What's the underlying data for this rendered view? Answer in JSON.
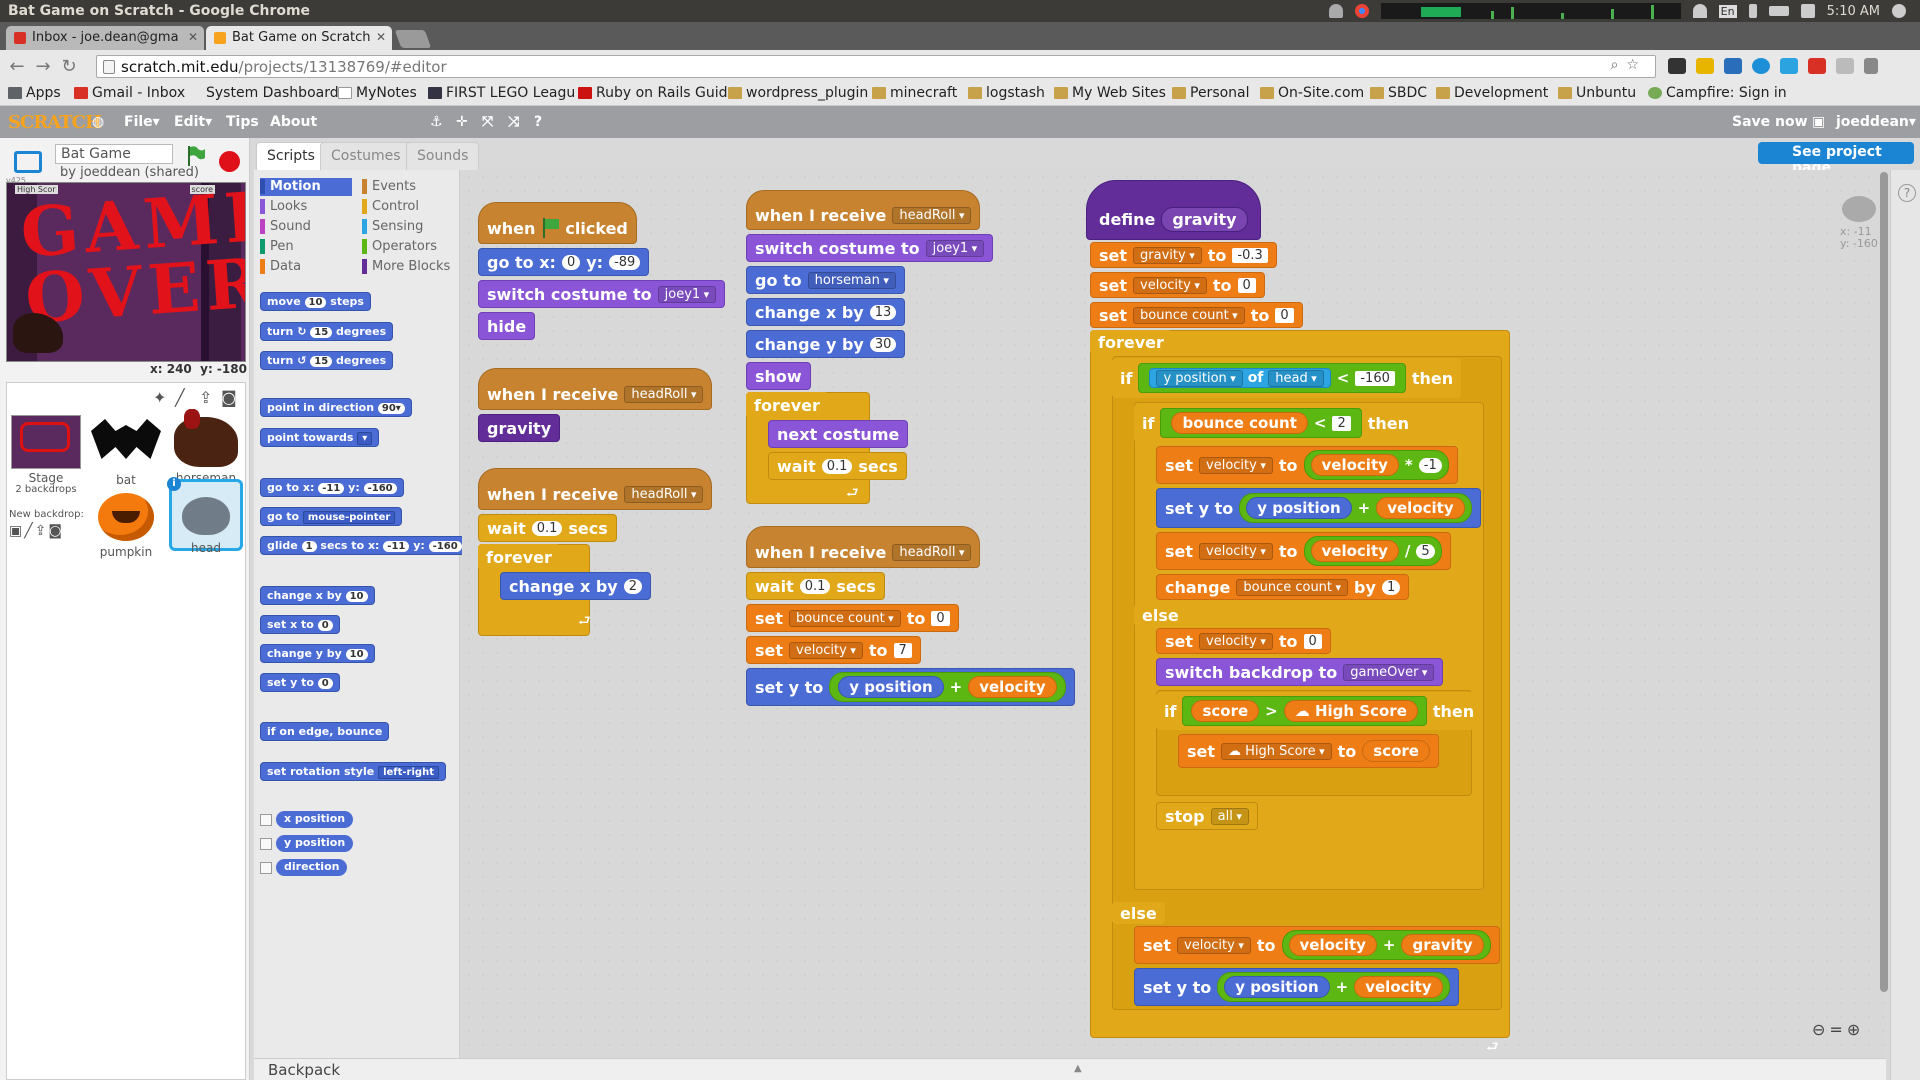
{
  "os": {
    "window_title": "Bat Game on Scratch - Google Chrome",
    "clock": "5:10 AM",
    "lang": "En"
  },
  "browser": {
    "tabs": [
      {
        "label": "Inbox - joe.dean@gma",
        "icon": "gmail-icon",
        "active": false
      },
      {
        "label": "Bat Game on Scratch",
        "icon": "scratch-icon",
        "active": true
      }
    ],
    "url_host": "scratch.mit.edu",
    "url_path": "/projects/13138769/#editor",
    "bookmarks": [
      "Apps",
      "Gmail - Inbox",
      "System Dashboard",
      "MyNotes",
      "FIRST LEGO Leagu",
      "Ruby on Rails Guid",
      "wordpress_plugin",
      "minecraft",
      "logstash",
      "My Web Sites",
      "Personal",
      "On-Site.com",
      "SBDC",
      "Development",
      "Unbuntu",
      "Campfire: Sign in"
    ]
  },
  "scratch_menu": {
    "logo": "SCRATCH",
    "file": "File▾",
    "edit": "Edit▾",
    "tips": "Tips",
    "about": "About",
    "save_now": "Save now",
    "user": "joeddean▾",
    "see_project": "See project page"
  },
  "stage": {
    "project_name": "Bat Game",
    "byline": "by joeddean (shared)",
    "version": "v425",
    "game_over_text": "GAME OVER!",
    "high_score_label": "High Scor",
    "score_label": "score",
    "x_label": "x: 240",
    "y_label": "y: -180"
  },
  "sprites": {
    "stage_label": "Stage",
    "stage_sub": "2 backdrops",
    "new_backdrop": "New backdrop:",
    "items": [
      "bat",
      "horseman",
      "pumpkin",
      "head"
    ],
    "selected": "head"
  },
  "tabs": {
    "scripts": "Scripts",
    "costumes": "Costumes",
    "sounds": "Sounds"
  },
  "palette": {
    "categories_left": [
      "Motion",
      "Looks",
      "Sound",
      "Pen",
      "Data"
    ],
    "categories_right": [
      "Events",
      "Control",
      "Sensing",
      "Operators",
      "More Blocks"
    ],
    "cat_colors": {
      "Motion": "#4a6cd4",
      "Looks": "#8a55d7",
      "Sound": "#bb42c3",
      "Pen": "#0e9a6c",
      "Data": "#ee7d16",
      "Events": "#c88330",
      "Control": "#e1a91a",
      "Sensing": "#2ca5e2",
      "Operators": "#5cb712",
      "More Blocks": "#632d99"
    },
    "blocks": {
      "move": "move",
      "move_n": "10",
      "steps": "steps",
      "turn": "turn",
      "turn_n": "15",
      "degrees": "degrees",
      "point_dir": "point in direction",
      "point_dir_v": "90▾",
      "point_towards": "point towards",
      "goto_xy": "go to x:",
      "goto_x": "-11",
      "goto_y_lbl": "y:",
      "goto_y": "-160",
      "goto": "go to",
      "goto_v": "mouse-pointer",
      "glide": "glide",
      "glide_n": "1",
      "glide_secs": "secs to x:",
      "glide_x": "-11",
      "glide_y_lbl": "y:",
      "glide_y": "-160",
      "change_x": "change x by",
      "change_x_n": "10",
      "set_x": "set x to",
      "set_x_n": "0",
      "change_y": "change y by",
      "change_y_n": "10",
      "set_y": "set y to",
      "set_y_n": "0",
      "bounce": "if on edge, bounce",
      "rot_style": "set rotation style",
      "rot_style_v": "left-right",
      "xpos": "x position",
      "ypos": "y position",
      "direction": "direction"
    }
  },
  "scripts": {
    "s1": {
      "when": "when",
      "clicked": "clicked",
      "goto": "go to x:",
      "x": "0",
      "y_lbl": "y:",
      "y": "-89",
      "switch": "switch costume to",
      "costume": "joey1",
      "hide": "hide"
    },
    "s2": {
      "when": "when I receive",
      "msg": "headRoll",
      "call": "gravity"
    },
    "s3": {
      "when": "when I receive",
      "msg": "headRoll",
      "wait": "wait",
      "secs_n": "0.1",
      "secs": "secs",
      "forever": "forever",
      "changex": "change x by",
      "cx": "2"
    },
    "s4": {
      "when": "when I receive",
      "msg": "headRoll",
      "switch": "switch costume to",
      "costume": "joey1",
      "goto": "go to",
      "target": "horseman",
      "cx": "change x by",
      "cxn": "13",
      "cy": "change y by",
      "cyn": "30",
      "show": "show",
      "forever": "forever",
      "next": "next costume",
      "wait": "wait",
      "wn": "0.1",
      "secs": "secs"
    },
    "s5": {
      "when": "when I receive",
      "msg": "headRoll",
      "wait": "wait",
      "wn": "0.1",
      "secs": "secs",
      "set": "set",
      "bc": "bounce count",
      "to": "to",
      "bcv": "0",
      "vel": "velocity",
      "velv": "7",
      "sety": "set y to",
      "ypos": "y position",
      "plus": "+",
      "velr": "velocity"
    },
    "def": {
      "define": "define",
      "name": "gravity",
      "set": "set",
      "to": "to",
      "gravity": "gravity",
      "gv": "-0.3",
      "velocity": "velocity",
      "vv": "0",
      "bounce_count": "bounce count",
      "bcv": "0",
      "forever": "forever",
      "if": "if",
      "then": "then",
      "else": "else",
      "ypos": "y position",
      "of": "of",
      "head": "head",
      "lt": "<",
      "lim": "-160",
      "bc_lim": "2",
      "times": "*",
      "neg1": "-1",
      "sety": "set y to",
      "plus": "+",
      "div": "/",
      "five": "5",
      "change": "change",
      "by": "by",
      "one": "1",
      "switch_bd": "switch backdrop to",
      "backdrop": "gameOver",
      "score": "score",
      "gt": ">",
      "high_score": "High Score",
      "stop": "stop",
      "all": "all"
    }
  },
  "footer": {
    "backpack": "Backpack",
    "sprite_x": "x: -11",
    "sprite_y": "y: -160"
  }
}
